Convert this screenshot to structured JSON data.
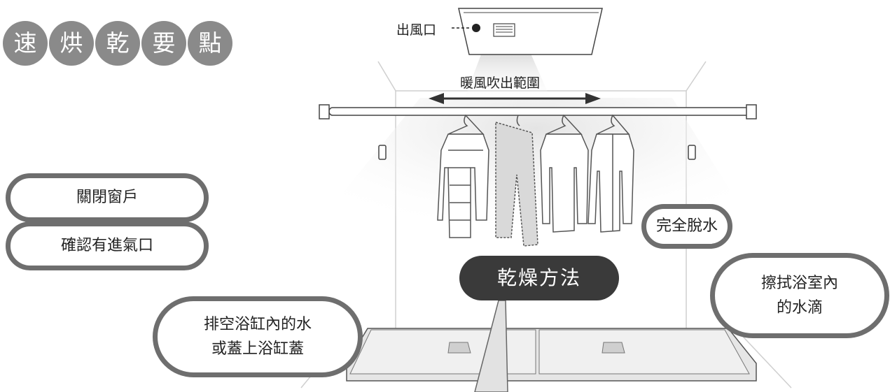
{
  "title_chars": [
    "速",
    "烘",
    "乾",
    "要",
    "點"
  ],
  "labels": {
    "outlet": "出風口",
    "airflow": "暖風吹出範圍"
  },
  "bubbles": {
    "close_window": "關閉窗戶",
    "check_vent": "確認有進氣口",
    "spin_dry": "完全脫水",
    "drain_tub": "排空浴缸內的水\n或蓋上浴缸蓋",
    "wipe_water": "擦拭浴室內\n的水滴"
  },
  "center_label": "乾燥方法",
  "colors": {
    "title_circle": "#8a8a8a",
    "bubble_border": "#6e6e6e",
    "center_fill": "#3a3a3a"
  }
}
